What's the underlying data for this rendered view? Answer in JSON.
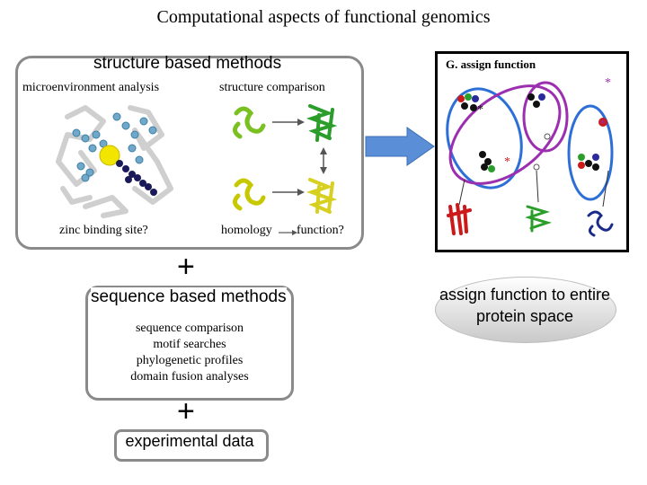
{
  "title": "Computational aspects of functional genomics",
  "structure": {
    "heading": "structure based methods",
    "microenvironment": "microenvironment analysis",
    "comparison": "structure comparison",
    "zinc": "zinc binding site?",
    "homology": "homology",
    "function": "function?"
  },
  "plus_symbol": "+",
  "sequence": {
    "heading": "sequence based methods",
    "items": [
      "sequence comparison",
      "motif searches",
      "phylogenetic profiles",
      "domain fusion analyses"
    ]
  },
  "experimental": "experimental data",
  "assign_panel": {
    "title": "G. assign function",
    "star": "*"
  },
  "assign_text": "assign function to entire protein space",
  "colors": {
    "box_border": "#8a8a8a",
    "arrow": "#5a8fd8",
    "cluster_blue": "#2d6fd6",
    "cluster_purple": "#9b2fb0",
    "green_protein": "#2a9d2a",
    "yellow_protein": "#d8d020",
    "red_protein": "#cc1a1a",
    "navy_protein": "#1a2a8a"
  }
}
